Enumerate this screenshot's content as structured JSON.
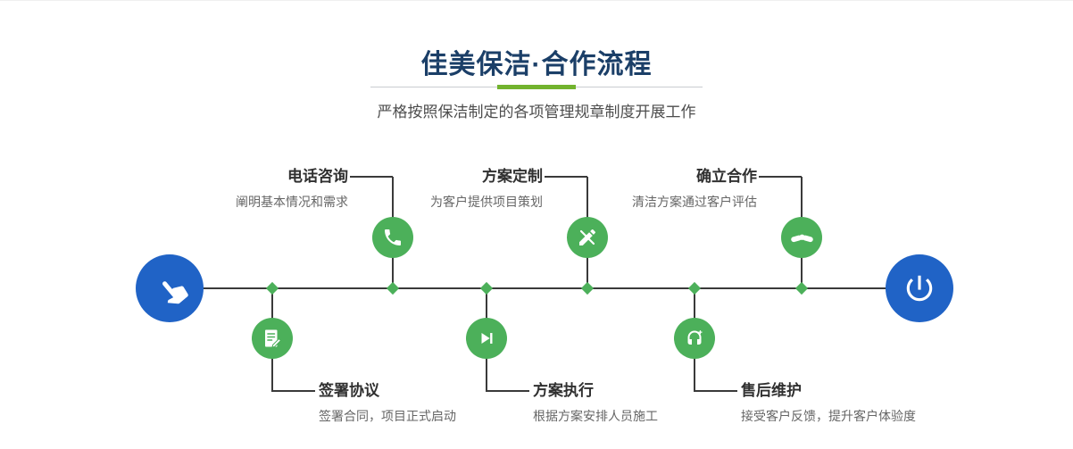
{
  "header": {
    "title": "佳美保洁·合作流程",
    "subtitle": "严格按照保洁制定的各项管理规章制度开展工作"
  },
  "timeline": {
    "start_icon": "pointing-hand-icon",
    "end_icon": "power-icon"
  },
  "steps_top": [
    {
      "title": "电话咨询",
      "desc": "阐明基本情况和需求",
      "icon": "phone-icon"
    },
    {
      "title": "方案定制",
      "desc": "为客户提供项目策划",
      "icon": "pen-ruler-icon"
    },
    {
      "title": "确立合作",
      "desc": "清洁方案通过客户评估",
      "icon": "handshake-icon"
    }
  ],
  "steps_bottom": [
    {
      "title": "签署协议",
      "desc": "签署合同，项目正式启动",
      "icon": "contract-icon"
    },
    {
      "title": "方案执行",
      "desc": "根据方案安排人员施工",
      "icon": "play-icon"
    },
    {
      "title": "售后维护",
      "desc": "接受客户反馈，提升客户体验度",
      "icon": "headset-icon"
    }
  ],
  "colors": {
    "accent_green": "#4cb05a",
    "accent_blue": "#2063c6",
    "title_navy": "#1b3f68",
    "divider_green": "#72b32e",
    "line_dark": "#3a3a3a"
  }
}
